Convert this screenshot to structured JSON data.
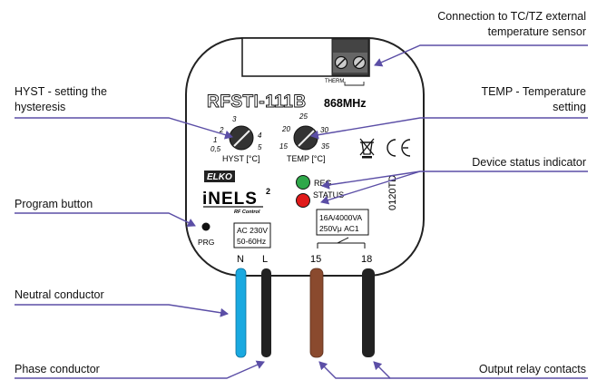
{
  "labels": {
    "connection": [
      "Connection to TC/TZ external",
      "temperature sensor"
    ],
    "hyst": [
      "HYST - setting the",
      "hysteresis"
    ],
    "temp": [
      "TEMP - Temperature",
      "setting"
    ],
    "device_status": "Device status indicator",
    "program": "Program button",
    "neutral": "Neutral conductor",
    "phase": "Phase conductor",
    "output": "Output relay contacts"
  },
  "device": {
    "model": "RFSTI-111B",
    "frequency": "868MHz",
    "therm": "THERM",
    "hyst_scale": [
      "0,5",
      "1",
      "2",
      "3",
      "4",
      "5"
    ],
    "hyst_unit": "HYST [°C]",
    "temp_scale": [
      "15",
      "20",
      "25",
      "30",
      "35"
    ],
    "temp_unit": "TEMP [°C]",
    "reg": "REG",
    "status": "STATUS",
    "brand": "ELKO",
    "inels": "iNELS",
    "inels_sup": "2",
    "rf_control": "RF Control",
    "prg": "PRG",
    "supply": [
      "AC 230V",
      "50-60Hz"
    ],
    "rating": [
      "16A/4000VA",
      "250Vμ AC1"
    ],
    "code": "0120TD",
    "terminals": [
      "N",
      "L",
      "15",
      "18"
    ]
  },
  "colors": {
    "accent": "#5b4ea6",
    "neutral_wire": "#1aa9e0",
    "phase_wire": "#222222",
    "relay_wire_15": "#8a4a2e",
    "relay_wire_18": "#222222",
    "reg_led": "#2fa84a",
    "status_led": "#e01a1a"
  }
}
